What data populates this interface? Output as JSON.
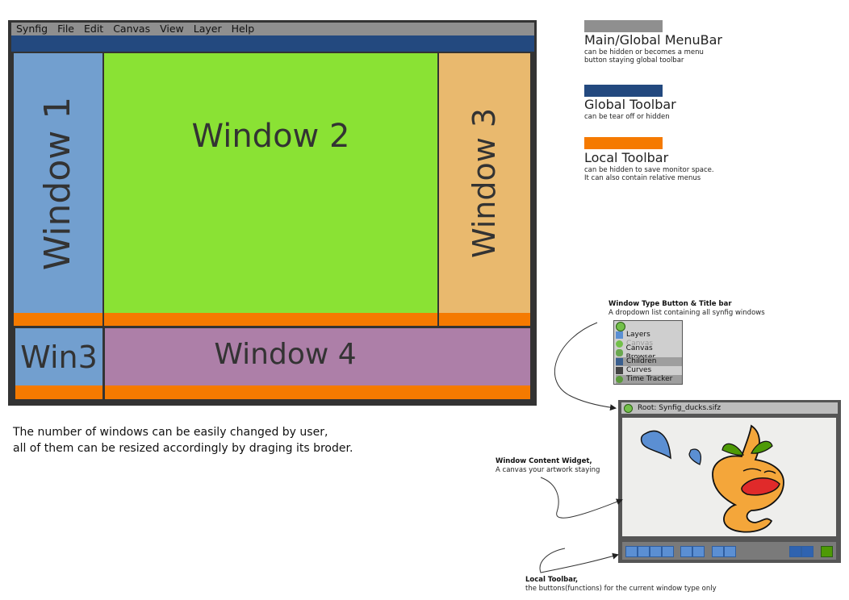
{
  "menubar": {
    "items": [
      "Synfig",
      "File",
      "Edit",
      "Canvas",
      "View",
      "Layer",
      "Help"
    ]
  },
  "windows": {
    "w1": "Window 1",
    "w2": "Window 2",
    "w3": "Window 3",
    "w3b": "Win3",
    "w4": "Window 4"
  },
  "caption": {
    "line1": "The number of windows can be easily changed by user,",
    "line2": "all of them can be resized accordingly by draging its broder."
  },
  "legend": [
    {
      "title": "Main/Global MenuBar",
      "sub1": "can be hidden or becomes a menu",
      "sub2": "button staying global toolbar",
      "color": "#8f8f8f"
    },
    {
      "title": "Global Toolbar",
      "sub1": "can be tear off or hidden",
      "sub2": "",
      "color": "#23497f"
    },
    {
      "title": "Local Toolbar",
      "sub1": "can be hidden to save monitor space.",
      "sub2": "It can also contain relative menus",
      "color": "#f57a00"
    }
  ],
  "window_type": {
    "title": "Window Type Button & Title bar",
    "sub": "A dropdown list containing all synfig windows",
    "items": [
      "Layers",
      "Canvas",
      "Canvas Browser",
      "Children",
      "Curves",
      "Time Tracker"
    ]
  },
  "content_note": {
    "title": "Window Content Widget,",
    "sub": "A canvas your artwork staying"
  },
  "local_note": {
    "title": "Local Toolbar,",
    "sub": "the buttons(functions) for the current window type only"
  },
  "sample_window": {
    "title": "Root: Synfig_ducks.sifz"
  },
  "colors": {
    "menubar": "#8f8f8f",
    "global_toolbar": "#23497f",
    "local_toolbar": "#f57a00",
    "window1": "#729fcf",
    "window2": "#8ae234",
    "window3": "#e9b96e",
    "window4": "#ad7fa8"
  }
}
